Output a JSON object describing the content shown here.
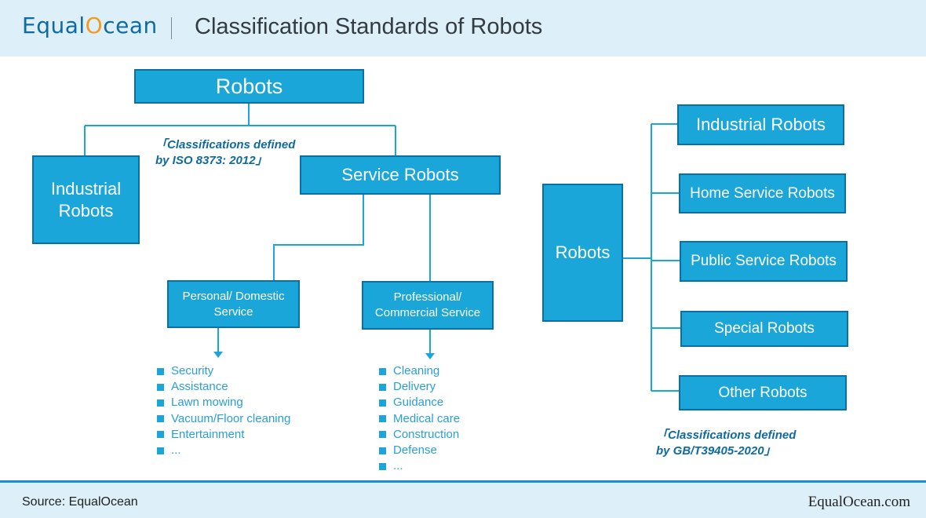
{
  "header": {
    "logo_pre": "Equal",
    "logo_o": "O",
    "logo_post": "cean",
    "title": "Classification Standards of Robots"
  },
  "iso_diagram": {
    "root": "Robots",
    "industrial": "Industrial Robots",
    "service": "Service Robots",
    "personal": "Personal/ Domestic Service",
    "professional": "Professional/ Commercial Service",
    "note_line1": "「Classifications defined",
    "note_line2": "by ISO 8373: 2012」",
    "personal_items": [
      "Security",
      "Assistance",
      "Lawn mowing",
      "Vacuum/Floor cleaning",
      "Entertainment",
      "..."
    ],
    "professional_items": [
      "Cleaning",
      "Delivery",
      "Guidance",
      "Medical care",
      "Construction",
      "Defense",
      "..."
    ]
  },
  "gb_diagram": {
    "root": "Robots",
    "children": [
      "Industrial Robots",
      "Home Service Robots",
      "Public Service Robots",
      "Special Robots",
      "Other Robots"
    ],
    "note_line1": "「Classifications defined",
    "note_line2": "by GB/T39405-2020」"
  },
  "footer": {
    "source": "Source: EqualOcean",
    "brand": "EqualOcean.com"
  },
  "colors": {
    "box_fill": "#1aa6d9",
    "box_border": "#0a6fa4",
    "note_text": "#0f6aa1",
    "list_text": "#2a9fd6",
    "header_bg": "#ddeff8"
  }
}
